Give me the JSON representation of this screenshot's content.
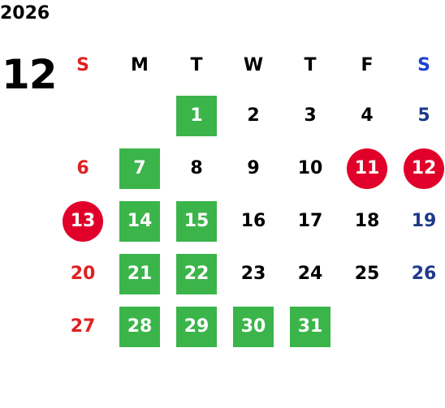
{
  "calendar": {
    "year": "2026",
    "month": "12",
    "weekdays": [
      "S",
      "M",
      "T",
      "W",
      "T",
      "F",
      "S"
    ],
    "weeks": [
      [
        "",
        "",
        "1",
        "2",
        "3",
        "4",
        "5"
      ],
      [
        "6",
        "7",
        "8",
        "9",
        "10",
        "11",
        "12"
      ],
      [
        "13",
        "14",
        "15",
        "16",
        "17",
        "18",
        "19"
      ],
      [
        "20",
        "21",
        "22",
        "23",
        "24",
        "25",
        "26"
      ],
      [
        "27",
        "28",
        "29",
        "30",
        "31",
        "",
        ""
      ]
    ],
    "green_days": [
      "1",
      "7",
      "14",
      "15",
      "21",
      "22",
      "28",
      "29",
      "30",
      "31"
    ],
    "red_circle_days": [
      "11",
      "12",
      "13"
    ]
  },
  "colors": {
    "green_highlight": "#3bb54a",
    "red_circle": "#e0002a",
    "sunday_text": "#e02020",
    "saturday_header": "#1e3fd0",
    "saturday_text": "#1e3a8a"
  }
}
